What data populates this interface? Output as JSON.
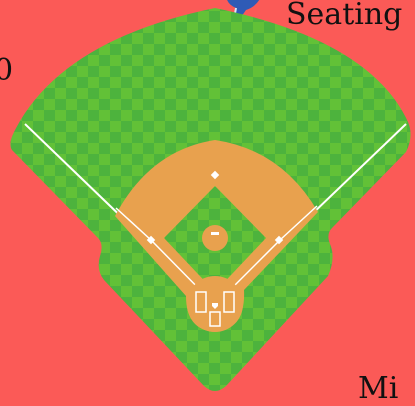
{
  "labels": {
    "seating": "Seating",
    "partial_number": "0",
    "partial_bottom": "Mi"
  },
  "colors": {
    "background": "#fb5a57",
    "grass_light": "#62c137",
    "grass_dark": "#4db33d",
    "dirt": "#e8a14e",
    "chalk": "#ffffff",
    "pin": "#2f5bb6"
  },
  "icons": {
    "pin": "map-pin-icon"
  }
}
